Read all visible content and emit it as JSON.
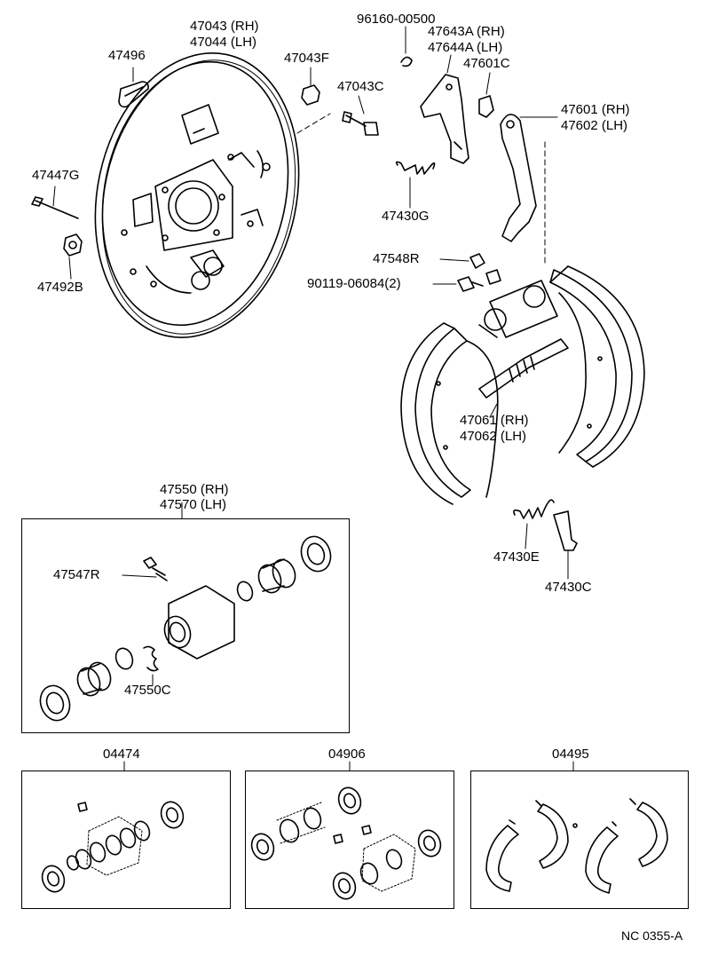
{
  "parts": {
    "p47043": "47043 (RH)",
    "p47044": "47044 (LH)",
    "p47496": "47496",
    "p47043F": "47043F",
    "p47043C": "47043C",
    "p96160": "96160-00500",
    "p47643A": "47643A (RH)",
    "p47644A": "47644A (LH)",
    "p47601C": "47601C",
    "p47601": "47601 (RH)",
    "p47602": "47602 (LH)",
    "p47447G": "47447G",
    "p47492B": "47492B",
    "p47430G": "47430G",
    "p47548R": "47548R",
    "p90119": "90119-06084(2)",
    "p47061": "47061 (RH)",
    "p47062": "47062 (LH)",
    "p47550": "47550 (RH)",
    "p47570": "47570 (LH)",
    "p47547R": "47547R",
    "p47550C": "47550C",
    "p47430E": "47430E",
    "p47430C": "47430C",
    "kit04474": "04474",
    "kit04906": "04906",
    "kit04495": "04495"
  },
  "figure_code": "NC 0355-A"
}
